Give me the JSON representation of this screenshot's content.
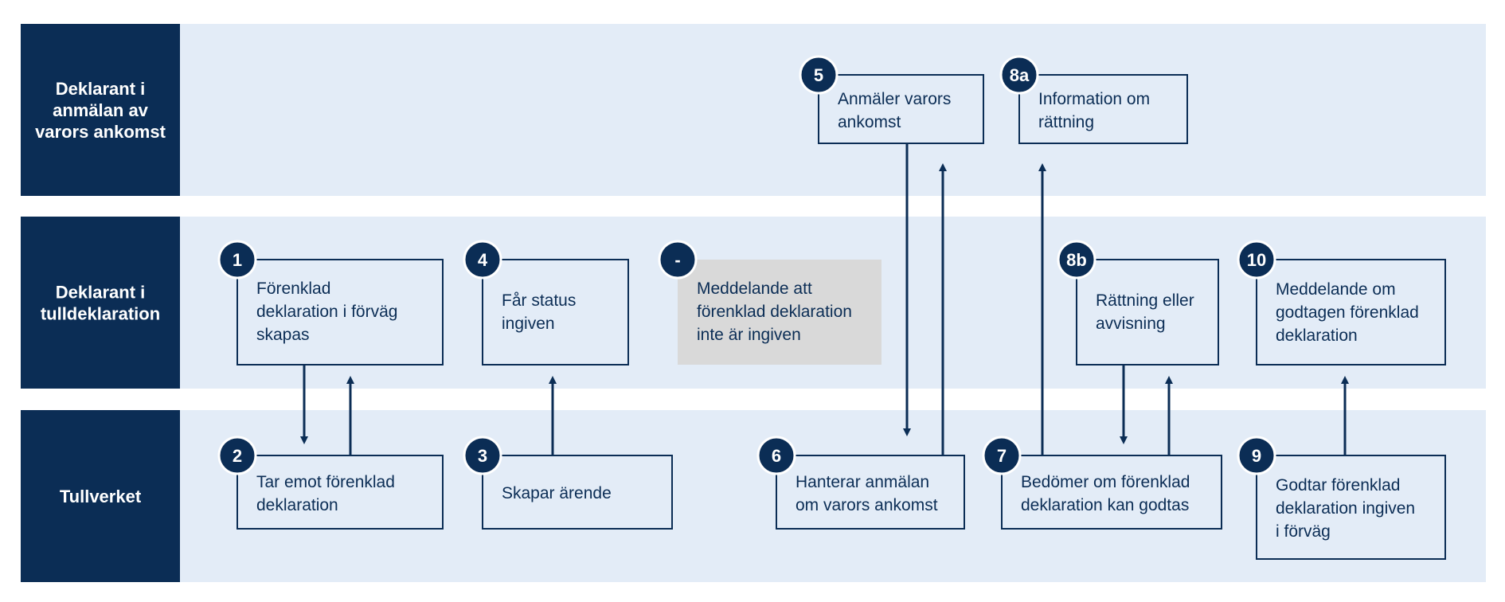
{
  "colors": {
    "navy": "#0b2d55",
    "lane_background": "#e3ecf7",
    "grey_box": "#d9d9d9",
    "white": "#ffffff"
  },
  "lanes": [
    {
      "id": "deklarant-ankomst",
      "label_lines": [
        "Deklarant i",
        "anmälan av",
        "varors ankomst"
      ]
    },
    {
      "id": "deklarant-tull",
      "label_lines": [
        "Deklarant i",
        "tulldeklaration"
      ]
    },
    {
      "id": "tullverket",
      "label_lines": [
        "Tullverket"
      ]
    }
  ],
  "steps": [
    {
      "id": "1",
      "badge": "1",
      "lines": [
        "Förenklad",
        "deklaration i förväg",
        "skapas"
      ]
    },
    {
      "id": "2",
      "badge": "2",
      "lines": [
        "Tar emot förenklad",
        "deklaration"
      ]
    },
    {
      "id": "3",
      "badge": "3",
      "lines": [
        "Skapar ärende"
      ]
    },
    {
      "id": "4",
      "badge": "4",
      "lines": [
        "Får status",
        "ingiven"
      ]
    },
    {
      "id": "dash",
      "badge": "-",
      "lines": [
        "Meddelande att",
        "förenklad deklaration",
        "inte är ingiven"
      ]
    },
    {
      "id": "5",
      "badge": "5",
      "lines": [
        "Anmäler varors",
        "ankomst"
      ]
    },
    {
      "id": "6",
      "badge": "6",
      "lines": [
        "Hanterar anmälan",
        "om varors ankomst"
      ]
    },
    {
      "id": "7",
      "badge": "7",
      "lines": [
        "Bedömer om förenklad",
        "deklaration kan godtas"
      ]
    },
    {
      "id": "8a",
      "badge": "8a",
      "lines": [
        "Information om",
        "rättning"
      ]
    },
    {
      "id": "8b",
      "badge": "8b",
      "lines": [
        "Rättning eller",
        "avvisning"
      ]
    },
    {
      "id": "9",
      "badge": "9",
      "lines": [
        "Godtar förenklad",
        "deklaration ingiven",
        "i förväg"
      ]
    },
    {
      "id": "10",
      "badge": "10",
      "lines": [
        "Meddelande om",
        "godtagen förenklad",
        "deklaration"
      ]
    }
  ],
  "arrows": [
    {
      "from": "1",
      "to": "2"
    },
    {
      "from": "2",
      "to": "1"
    },
    {
      "from": "3",
      "to": "4"
    },
    {
      "from": "5",
      "to": "6"
    },
    {
      "from": "6",
      "to": "5"
    },
    {
      "from": "7",
      "to": "8a"
    },
    {
      "from": "8b",
      "to": "7"
    },
    {
      "from": "7",
      "to": "8b"
    },
    {
      "from": "9",
      "to": "10"
    }
  ]
}
